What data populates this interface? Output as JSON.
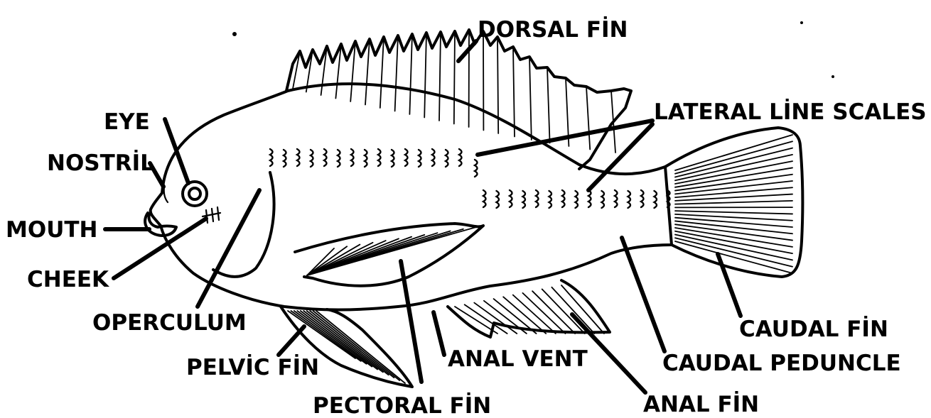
{
  "labels": {
    "dorsal_fin": "DORSAL FİN",
    "eye": "EYE",
    "lateral_line_scales": "LATERAL LİNE SCALES",
    "nostril": "NOSTRİL",
    "mouth": "MOUTH",
    "cheek": "CHEEK",
    "operculum": "OPERCULUM",
    "pelvic_fin": "PELVİC FİN",
    "pectoral_fin": "PECTORAL FİN",
    "anal_vent": "ANAL VENT",
    "anal_fin": "ANAL FİN",
    "caudal_peduncle": "CAUDAL PEDUNCLE",
    "caudal_fin": "CAUDAL FİN"
  }
}
